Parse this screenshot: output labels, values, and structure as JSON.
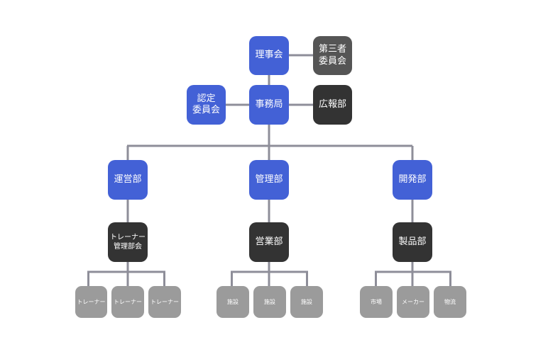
{
  "nodes": {
    "board": "理事会",
    "third_party_committee": "第三者\n委員会",
    "secretariat": "事務局",
    "certification_committee": "認定\n委員会",
    "pr_dept": "広報部",
    "operations_dept": "運営部",
    "management_dept": "管理部",
    "development_dept": "開発部",
    "trainer_committee": "トレーナー\n管理部会",
    "sales_dept": "営業部",
    "product_dept": "製品部",
    "trainer_1": "トレーナー",
    "trainer_2": "トレーナー",
    "trainer_3": "トレーナー",
    "facility_1": "施設",
    "facility_2": "施設",
    "facility_3": "施設",
    "market": "市場",
    "maker": "メーカー",
    "logistics": "物流"
  },
  "colors": {
    "primary": "#4361d6",
    "dark": "#333333",
    "dark_gray": "#555555",
    "leaf_gray": "#9b9b9b",
    "connector": "#8e8e99"
  }
}
